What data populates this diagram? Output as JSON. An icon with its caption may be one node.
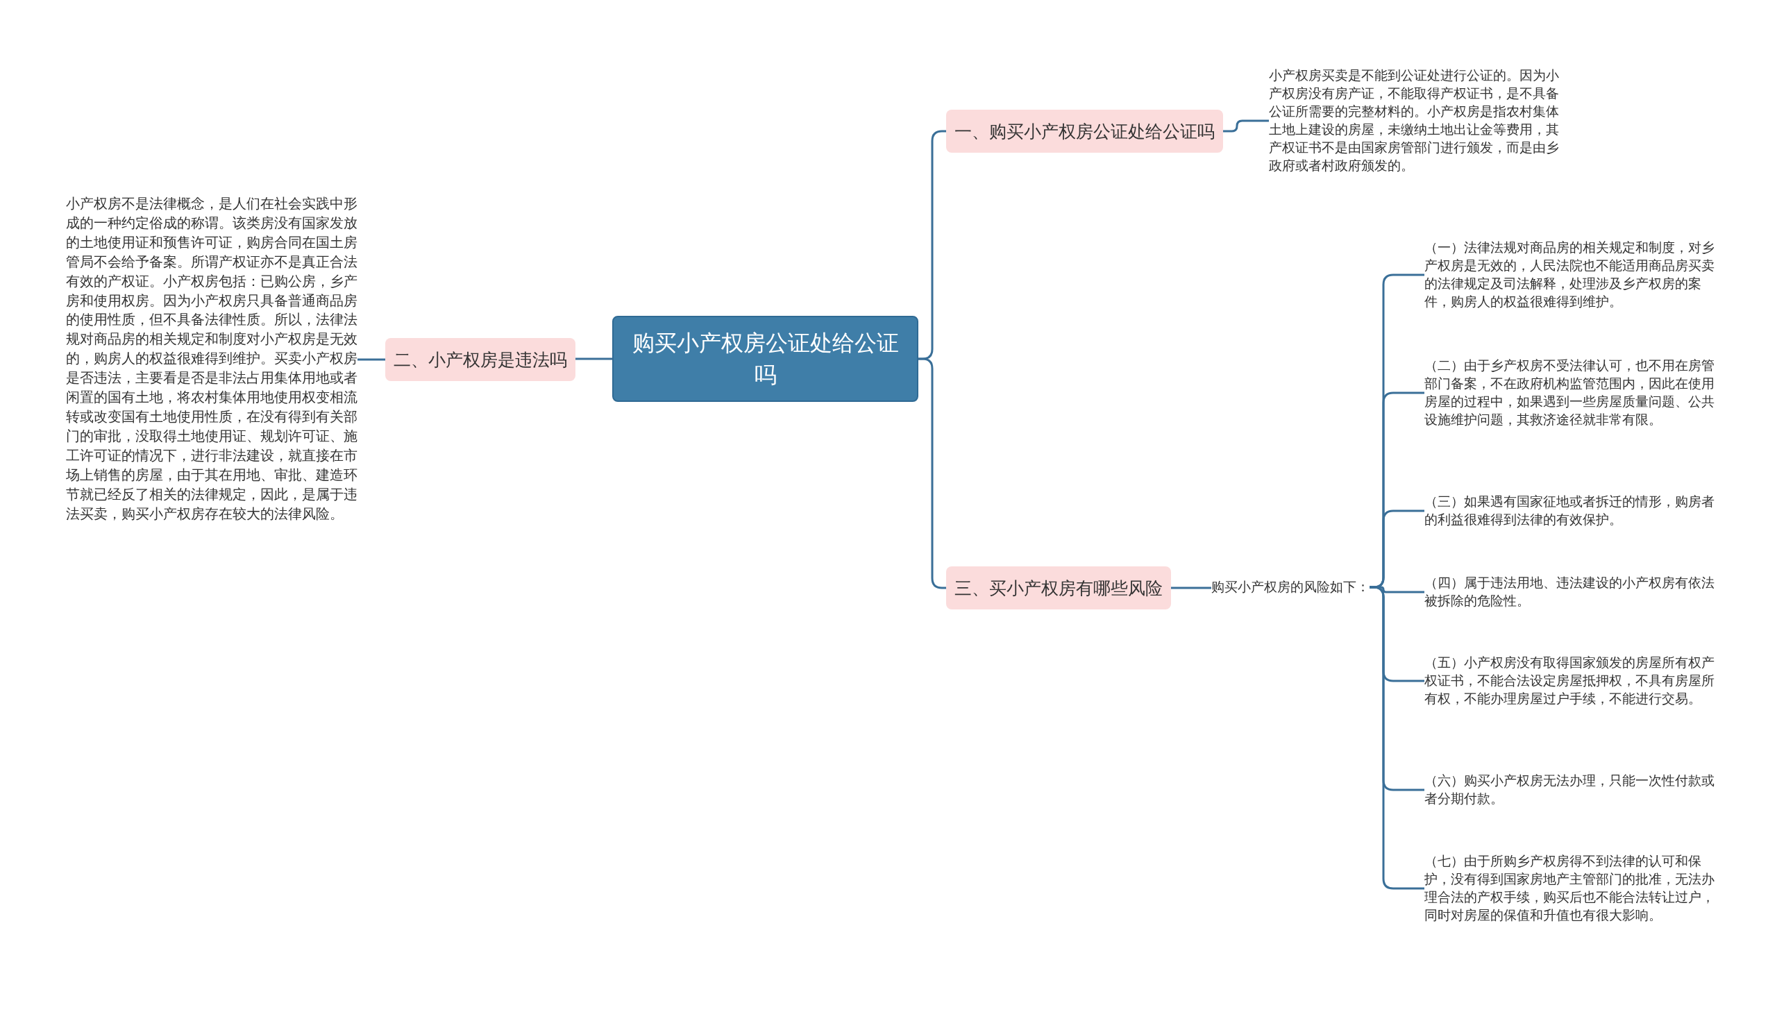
{
  "diagram": {
    "nodes": [
      {
        "text": [
          "购买小产权房公证处给公证吗"
        ]
      },
      {
        "text": [
          "一、购买小产权房公证处给公证吗"
        ]
      },
      {
        "text": [
          "小产权房买卖是不能到公证处进行公证的。因为小产权房没有房产证，不能取得产权证书，是不具备公证所需要的完整材料的。小产权房是指农村集体土地上建设的房屋，未缴纳土地出让金等费用，其产权证书不是由国家房管部门进行颁发，而是由乡政府或者村政府颁发的。"
        ]
      },
      {
        "text": [
          "二、小产权房是违法吗"
        ]
      },
      {
        "text": [
          "小产权房不是法律概念，是人们在社会实践中形成的一种约定俗成的称谓。该类房没有国家发放的土地使用证和预售许可证，购房合同在国土房管局不会给予备案。所谓产权证亦不是真正合法有效的产权证。小产权房包括：已购公房，乡产房和使用权房。因为小产权房只具备普通商品房的使用性质，但不具备法律性质。所以，法律法规对商品房的相关规定和制度对小产权房是无效的，购房人的权益很难得到维护。买卖小产权房是否违法，主要看是否是非法占用集体用地或者闲置的国有土地，将农村集体用地使用权变相流转或改变国有土地使用性质，在没有得到有关部门的审批，没取得土地使用证、规划许可证、施工许可证的情况下，进行非法建设，就直接在市场上销售的房屋，由于其在用地、审批、建造环节就已经反了相关的法律规定，因此，是属于违法买卖，购买小产权房存在较大的法律风险。"
        ]
      },
      {
        "text": [
          "三、买小产权房有哪些风险"
        ]
      },
      {
        "text": [
          "购买小产权房的风险如下："
        ]
      },
      {
        "text": [
          "（一）法律法规对商品房的相关规定和制度，对乡产权房是无效的，人民法院也不能适用商品房买卖的法律规定及司法解释，处理涉及乡产权房的案件，购房人的权益很难得到维护。"
        ]
      },
      {
        "text": [
          "（二）由于乡产权房不受法律认可，也不用在房管部门备案，不在政府机构监管范围内，因此在使用房屋的过程中，如果遇到一些房屋质量问题、公共设施维护问题，其救济途径就非常有限。"
        ]
      },
      {
        "text": [
          "（三）如果遇有国家征地或者拆迁的情形，购房者的利益很难得到法律的有效保护。"
        ]
      },
      {
        "text": [
          "（四）属于违法用地、违法建设的小产权房有依法被拆除的危险性。"
        ]
      },
      {
        "text": [
          "（五）小产权房没有取得国家颁发的房屋所有权产权证书，不能合法设定房屋抵押权，不具有房屋所有权，不能办理房屋过户手续，不能进行交易。"
        ]
      },
      {
        "text": [
          "（六）购买小产权房无法办理，只能一次性付款或者分期付款。"
        ]
      },
      {
        "text": [
          "（七）由于所购乡产权房得不到法律的认可和保护，没有得到国家房地产主管部门的批准，无法办理合法的产权手续，购买后也不能合法转让过户，同时对房屋的保值和升值也有很大影响。"
        ]
      }
    ],
    "edges": [
      {
        "from": 0,
        "to": 1,
        "arrow": "none"
      },
      {
        "from": 1,
        "to": 2,
        "arrow": "none"
      },
      {
        "from": 0,
        "to": 3,
        "arrow": "none"
      },
      {
        "from": 3,
        "to": 4,
        "arrow": "none"
      },
      {
        "from": 0,
        "to": 5,
        "arrow": "none"
      },
      {
        "from": 5,
        "to": 6,
        "arrow": "none"
      },
      {
        "from": 6,
        "to": 7,
        "arrow": "none"
      },
      {
        "from": 6,
        "to": 8,
        "arrow": "none"
      },
      {
        "from": 6,
        "to": 9,
        "arrow": "none"
      },
      {
        "from": 6,
        "to": 10,
        "arrow": "none"
      },
      {
        "from": 6,
        "to": 11,
        "arrow": "none"
      },
      {
        "from": 6,
        "to": 12,
        "arrow": "none"
      },
      {
        "from": 6,
        "to": 13,
        "arrow": "none"
      }
    ]
  }
}
